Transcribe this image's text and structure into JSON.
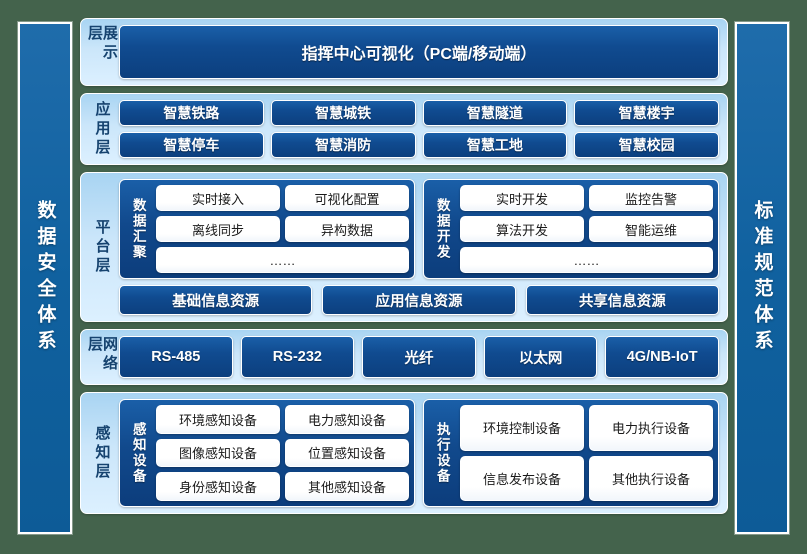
{
  "sidebars": {
    "left": {
      "label": "数据安全体系"
    },
    "right": {
      "label": "标准规范体系"
    }
  },
  "layers": {
    "display": {
      "label": "展示层",
      "item": "指挥中心可视化（PC端/移动端）"
    },
    "application": {
      "label": "应用层",
      "row1": [
        "智慧铁路",
        "智慧城铁",
        "智慧隧道",
        "智慧楼宇"
      ],
      "row2": [
        "智慧停车",
        "智慧消防",
        "智慧工地",
        "智慧校园"
      ]
    },
    "platform": {
      "label": "平台层",
      "group_aggregation": {
        "label": "数据汇聚",
        "items": [
          "实时接入",
          "可视化配置",
          "离线同步",
          "异构数据"
        ],
        "more": "……"
      },
      "group_development": {
        "label": "数据开发",
        "items": [
          "实时开发",
          "监控告警",
          "算法开发",
          "智能运维"
        ],
        "more": "……"
      },
      "resources": [
        "基础信息资源",
        "应用信息资源",
        "共享信息资源"
      ]
    },
    "network": {
      "label": "网络层",
      "items": [
        "RS-485",
        "RS-232",
        "光纤",
        "以太网",
        "4G/NB-IoT"
      ]
    },
    "perception": {
      "label": "感知层",
      "group_sensing": {
        "label": "感知设备",
        "items": [
          "环境感知设备",
          "电力感知设备",
          "图像感知设备",
          "位置感知设备",
          "身份感知设备",
          "其他感知设备"
        ]
      },
      "group_actuating": {
        "label": "执行设备",
        "items": [
          "环境控制设备",
          "电力执行设备",
          "信息发布设备",
          "其他执行设备"
        ]
      }
    }
  },
  "colors": {
    "background": "#44634c",
    "sidebar_blue": "#10619f",
    "panel_light_blue": "#cbe6fa",
    "chip_navy": "#104b90",
    "chip_white": "#ffffff",
    "label_text": "#16436f"
  }
}
